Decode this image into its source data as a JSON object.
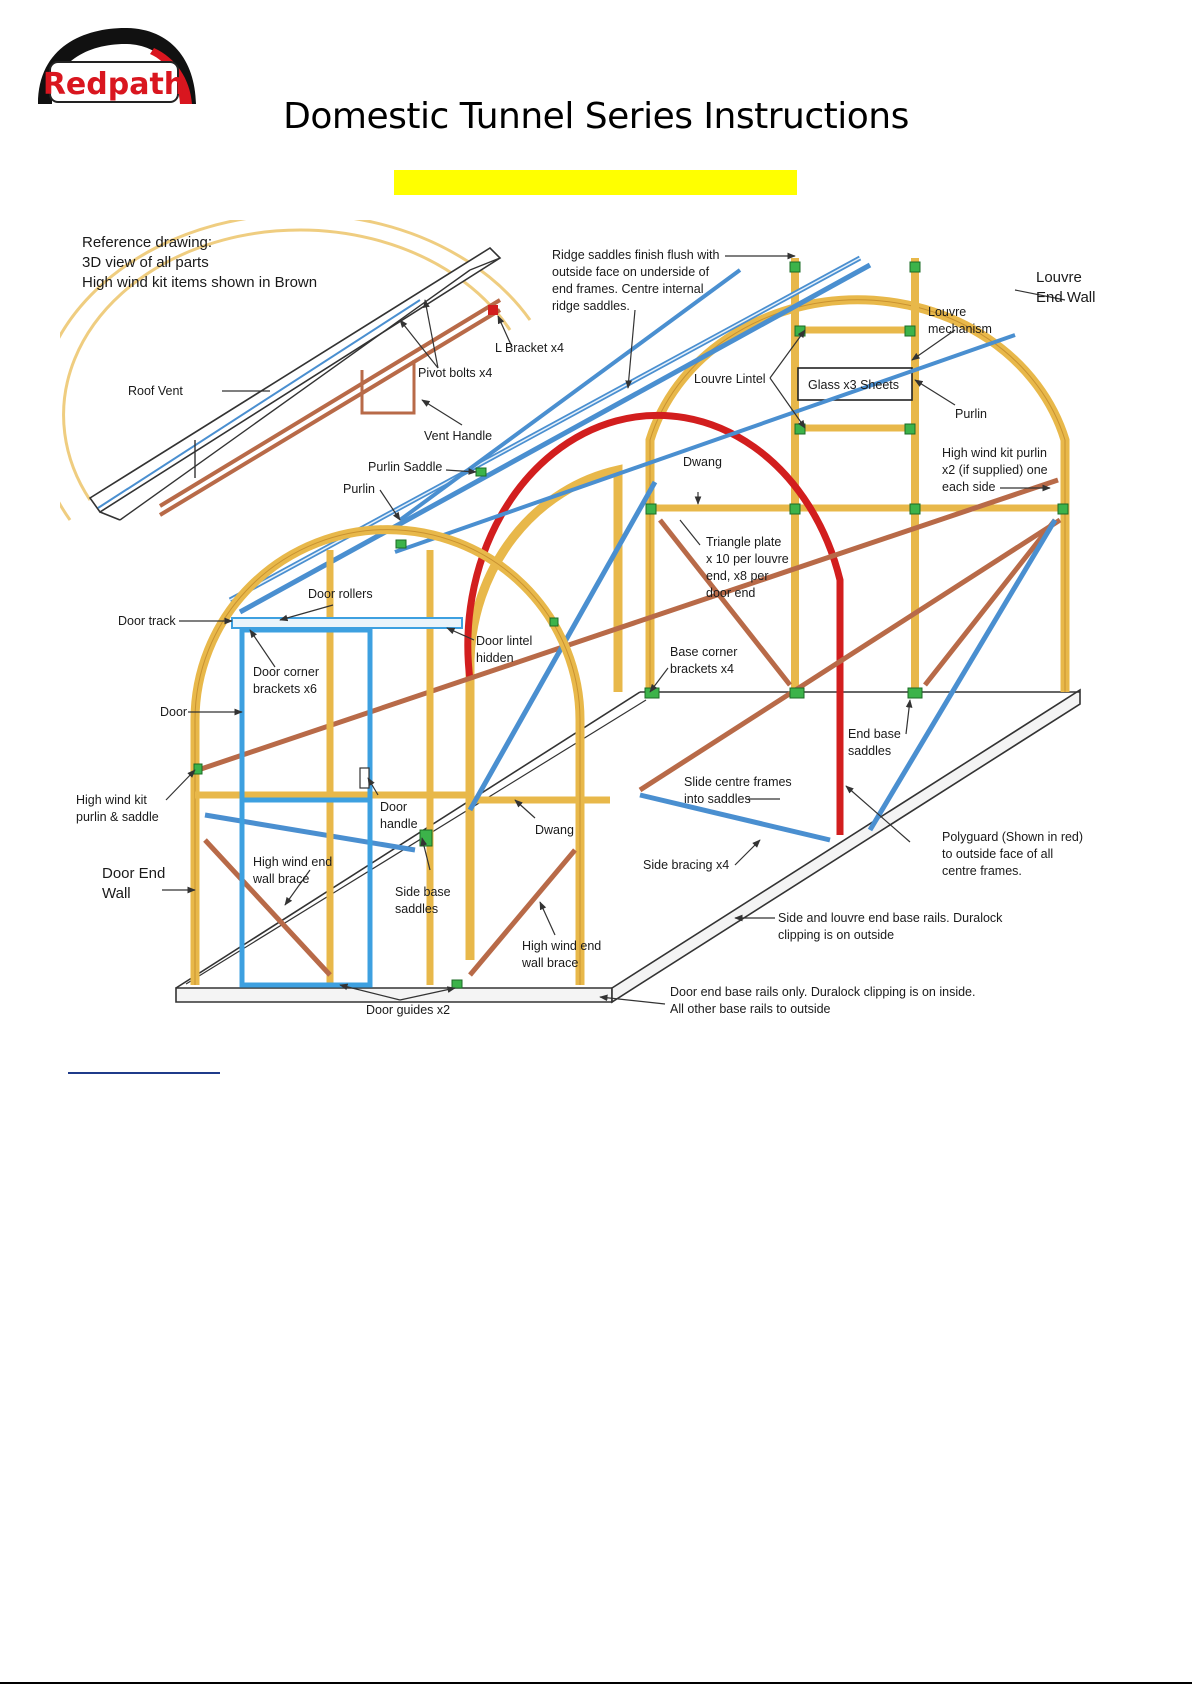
{
  "header": {
    "logo_text": "Redpath",
    "title": "Domestic Tunnel Series Instructions"
  },
  "colors": {
    "frame": "#e8b84a",
    "blue": "#4a8fd0",
    "brown": "#b86a48",
    "polyguard": "#d21e1e",
    "saddle": "#3cb34a",
    "highlight": "#ffff00",
    "logo_red": "#d9161f"
  },
  "diagram": {
    "labels": [
      {
        "name": "reference-note-1",
        "text": "Reference drawing:"
      },
      {
        "name": "reference-note-2",
        "text": "3D view of all parts"
      },
      {
        "name": "reference-note-3",
        "text": "High wind kit items shown in Brown"
      },
      {
        "name": "ridge-saddles-1",
        "text": "Ridge saddles finish flush with"
      },
      {
        "name": "ridge-saddles-2",
        "text": "outside face on underside of"
      },
      {
        "name": "ridge-saddles-3",
        "text": "end frames. Centre internal"
      },
      {
        "name": "ridge-saddles-4",
        "text": "ridge saddles."
      },
      {
        "name": "louvre-end-wall-1",
        "text": "Louvre"
      },
      {
        "name": "louvre-end-wall-2",
        "text": "End Wall"
      },
      {
        "name": "louvre-mechanism-1",
        "text": "Louvre"
      },
      {
        "name": "louvre-mechanism-2",
        "text": "mechanism"
      },
      {
        "name": "l-bracket",
        "text": "L Bracket x4"
      },
      {
        "name": "pivot-bolts",
        "text": "Pivot bolts x4"
      },
      {
        "name": "roof-vent",
        "text": "Roof Vent"
      },
      {
        "name": "louvre-lintel",
        "text": "Louvre Lintel"
      },
      {
        "name": "glass-sheets",
        "text": "Glass x3 Sheets"
      },
      {
        "name": "purlin-right",
        "text": "Purlin"
      },
      {
        "name": "vent-handle",
        "text": "Vent Handle"
      },
      {
        "name": "purlin-saddle",
        "text": "Purlin Saddle"
      },
      {
        "name": "dwang-top",
        "text": "Dwang"
      },
      {
        "name": "high-wind-purlin-1",
        "text": "High wind kit purlin"
      },
      {
        "name": "high-wind-purlin-2",
        "text": "x2 (if supplied) one"
      },
      {
        "name": "high-wind-purlin-3",
        "text": "each side"
      },
      {
        "name": "purlin-left",
        "text": "Purlin"
      },
      {
        "name": "triangle-plate-1",
        "text": "Triangle plate"
      },
      {
        "name": "triangle-plate-2",
        "text": "x 10 per louvre"
      },
      {
        "name": "triangle-plate-3",
        "text": "end, x8 per"
      },
      {
        "name": "triangle-plate-4",
        "text": "door end"
      },
      {
        "name": "door-rollers",
        "text": "Door rollers"
      },
      {
        "name": "door-track",
        "text": "Door track"
      },
      {
        "name": "door-lintel-1",
        "text": "Door lintel"
      },
      {
        "name": "door-lintel-2",
        "text": "hidden"
      },
      {
        "name": "door-corner-1",
        "text": "Door corner"
      },
      {
        "name": "door-corner-2",
        "text": "brackets x6"
      },
      {
        "name": "base-corner-1",
        "text": "Base corner"
      },
      {
        "name": "base-corner-2",
        "text": "brackets x4"
      },
      {
        "name": "door",
        "text": "Door"
      },
      {
        "name": "end-base-saddles-1",
        "text": "End base"
      },
      {
        "name": "end-base-saddles-2",
        "text": "saddles"
      },
      {
        "name": "high-wind-saddle-1",
        "text": "High wind kit"
      },
      {
        "name": "high-wind-saddle-2",
        "text": "purlin & saddle"
      },
      {
        "name": "slide-centre-1",
        "text": "Slide centre frames"
      },
      {
        "name": "slide-centre-2",
        "text": "into saddles"
      },
      {
        "name": "door-handle-1",
        "text": "Door"
      },
      {
        "name": "door-handle-2",
        "text": "handle"
      },
      {
        "name": "polyguard-1",
        "text": "Polyguard (Shown in red)"
      },
      {
        "name": "polyguard-2",
        "text": "to outside face of all"
      },
      {
        "name": "polyguard-3",
        "text": "centre frames."
      },
      {
        "name": "dwang-bottom",
        "text": "Dwang"
      },
      {
        "name": "side-bracing",
        "text": "Side bracing x4"
      },
      {
        "name": "door-end-wall-1",
        "text": "Door End"
      },
      {
        "name": "door-end-wall-2",
        "text": "Wall"
      },
      {
        "name": "high-wind-brace-left-1",
        "text": "High wind end"
      },
      {
        "name": "high-wind-brace-left-2",
        "text": "wall brace"
      },
      {
        "name": "side-base-saddles-1",
        "text": "Side base"
      },
      {
        "name": "side-base-saddles-2",
        "text": "saddles"
      },
      {
        "name": "side-louvre-rails-1",
        "text": "Side and louvre end base rails. Duralock"
      },
      {
        "name": "side-louvre-rails-2",
        "text": "clipping is on outside"
      },
      {
        "name": "high-wind-brace-mid-1",
        "text": "High wind end"
      },
      {
        "name": "high-wind-brace-mid-2",
        "text": "wall brace"
      },
      {
        "name": "door-end-rails-1",
        "text": "Door end base rails only. Duralock clipping is on inside."
      },
      {
        "name": "door-end-rails-2",
        "text": "All other base rails to outside"
      },
      {
        "name": "door-guides",
        "text": "Door guides x2"
      }
    ]
  }
}
